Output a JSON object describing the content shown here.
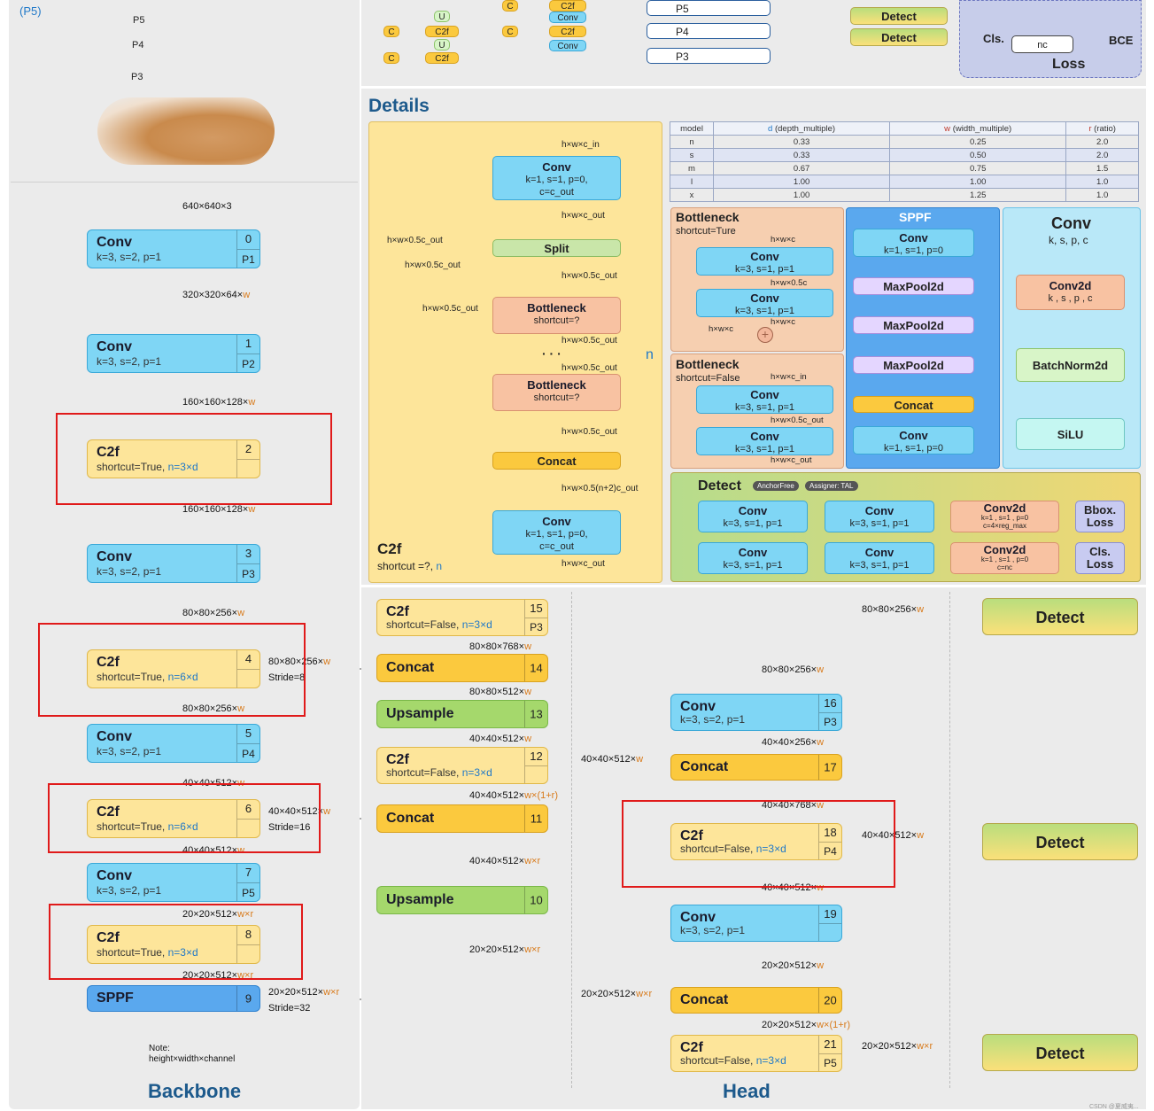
{
  "top": {
    "p5_tag": "(P5)",
    "pyramid_levels": [
      "P5",
      "P4",
      "P3",
      "P2",
      "P1"
    ],
    "mini_blocks": {
      "u": "U",
      "c": "C",
      "c2f": "C2f",
      "conv": "Conv"
    },
    "neck_out_labels": [
      "P5",
      "P4",
      "P3"
    ],
    "detect_labels": [
      "Detect",
      "Detect"
    ],
    "loss": {
      "cls": "Cls.",
      "nc": "nc",
      "bce": "BCE",
      "title": "Loss"
    }
  },
  "details": {
    "title": "Details",
    "c2f_panel": {
      "name": "C2f",
      "params_prefix": "shortcut =?, ",
      "params_n": "n",
      "n_symbol": "n",
      "dots": "· · ·",
      "conv1": {
        "name": "Conv",
        "params": "k=1, s=1, p=0,",
        "params2": "c=c_out"
      },
      "split": "Split",
      "bottleneck": {
        "name": "Bottleneck",
        "params": "shortcut=?"
      },
      "concat": "Concat",
      "conv2": {
        "name": "Conv",
        "params": "k=1, s=1, p=0,",
        "params2": "c=c_out"
      },
      "labels": [
        "h×w×c_in",
        "h×w×c_out",
        "h×w×0.5c_out",
        "h×w×0.5c_out",
        "h×w×0.5c_out",
        "h×w×0.5c_out",
        "h×w×0.5c_out",
        "h×w×0.5c_out",
        "h×w×0.5c_out",
        "h×w×0.5(n+2)c_out",
        "h×w×c_out"
      ]
    },
    "scale_table": {
      "headers": [
        "model",
        "d",
        "(depth_multiple)",
        "w",
        "(width_multiple)",
        "r",
        "(ratio)"
      ],
      "rows": [
        [
          "n",
          "0.33",
          "0.25",
          "2.0"
        ],
        [
          "s",
          "0.33",
          "0.50",
          "2.0"
        ],
        [
          "m",
          "0.67",
          "0.75",
          "1.5"
        ],
        [
          "l",
          "1.00",
          "1.00",
          "1.0"
        ],
        [
          "x",
          "1.00",
          "1.25",
          "1.0"
        ]
      ]
    },
    "bottleneck_true": {
      "title": "Bottleneck",
      "sub": "shortcut=Ture",
      "conv": "Conv",
      "params": "k=3, s=1, p=1",
      "labels": [
        "h×w×c",
        "h×w×0.5c",
        "h×w×c",
        "h×w×c"
      ]
    },
    "bottleneck_false": {
      "title": "Bottleneck",
      "sub": "shortcut=False",
      "conv": "Conv",
      "params": "k=3, s=1, p=1",
      "labels": [
        "h×w×c_in",
        "h×w×0.5c_out",
        "h×w×c_out"
      ]
    },
    "sppf": {
      "title": "SPPF",
      "conv": "Conv",
      "conv_params": "k=1, s=1, p=0",
      "pool": "MaxPool2d",
      "concat": "Concat"
    },
    "conv_detail": {
      "title": "Conv",
      "sub": "k, s,  p, c",
      "conv2d": "Conv2d",
      "conv2d_params": "k , s , p , c",
      "bn": "BatchNorm2d",
      "silu": "SiLU"
    },
    "detect": {
      "title": "Detect",
      "tag1": "AnchorFree",
      "tag2": "Assigner: TAL",
      "conv": "Conv",
      "conv_params": "k=3, s=1, p=1",
      "conv2d": "Conv2d",
      "conv2d_params": "k=1 , s=1 , p=0",
      "reg": "c=4×reg_max",
      "cls_c": "c=nc",
      "bbox": "Bbox.",
      "cls": "Cls.",
      "loss": "Loss"
    }
  },
  "backbone": {
    "title": "Backbone",
    "note1": "Note:",
    "note2": "height×width×channel",
    "input": "640×640×3",
    "blocks": [
      {
        "name": "Conv",
        "params": "k=3, s=2, p=1",
        "idx": "0",
        "p": "P1"
      },
      {
        "name": "Conv",
        "params": "k=3, s=2, p=1",
        "idx": "1",
        "p": "P2"
      },
      {
        "name": "C2f",
        "params": "shortcut=True, ",
        "acc": "n=3×d",
        "idx": "2",
        "p": ""
      },
      {
        "name": "Conv",
        "params": "k=3, s=2, p=1",
        "idx": "3",
        "p": "P3"
      },
      {
        "name": "C2f",
        "params": "shortcut=True, ",
        "acc": "n=6×d",
        "idx": "4",
        "p": ""
      },
      {
        "name": "Conv",
        "params": "k=3, s=2, p=1",
        "idx": "5",
        "p": "P4"
      },
      {
        "name": "C2f",
        "params": "shortcut=True, ",
        "acc": "n=6×d",
        "idx": "6",
        "p": ""
      },
      {
        "name": "Conv",
        "params": "k=3, s=2, p=1",
        "idx": "7",
        "p": "P5"
      },
      {
        "name": "C2f",
        "params": "shortcut=True, ",
        "acc": "n=3×d",
        "idx": "8",
        "p": ""
      },
      {
        "name": "SPPF",
        "idx": "9"
      }
    ],
    "shapes": [
      {
        "t": "320×320×64×",
        "w": "w"
      },
      {
        "t": "160×160×128×",
        "w": "w"
      },
      {
        "t": "160×160×128×",
        "w": "w"
      },
      {
        "t": "80×80×256×",
        "w": "w"
      },
      {
        "t": "80×80×256×",
        "w": "w"
      },
      {
        "t": "40×40×512×",
        "w": "w"
      },
      {
        "t": "40×40×512×",
        "w": "w"
      },
      {
        "t": "20×20×512×",
        "w": "w×r"
      },
      {
        "t": "20×20×512×",
        "w": "w×r"
      }
    ],
    "side": [
      {
        "t": "80×80×256×",
        "w": "w",
        "s": "Stride=8"
      },
      {
        "t": "40×40×512×",
        "w": "w",
        "s": "Stride=16"
      },
      {
        "t": "20×20×512×",
        "w": "w×r",
        "s": "Stride=32"
      }
    ]
  },
  "head": {
    "title": "Head",
    "left": [
      {
        "name": "C2f",
        "params": "shortcut=False, ",
        "acc": "n=3×d",
        "idx": "15",
        "p": "P3"
      },
      {
        "name": "Concat",
        "idx": "14"
      },
      {
        "name": "Upsample",
        "idx": "13"
      },
      {
        "name": "C2f",
        "params": "shortcut=False, ",
        "acc": "n=3×d",
        "idx": "12",
        "p": ""
      },
      {
        "name": "Concat",
        "idx": "11"
      },
      {
        "name": "Upsample",
        "idx": "10"
      }
    ],
    "left_shapes": [
      {
        "t": "80×80×768×",
        "w": "w"
      },
      {
        "t": "80×80×512×",
        "w": "w"
      },
      {
        "t": "40×40×512×",
        "w": "w"
      },
      {
        "t": "40×40×512×",
        "w": "w×(1+r)"
      },
      {
        "t": "40×40×512×",
        "w": "w×r"
      },
      {
        "t": "20×20×512×",
        "w": "w×r"
      }
    ],
    "right": [
      {
        "name": "Conv",
        "params": "k=3, s=2, p=1",
        "idx": "16",
        "p": "P3"
      },
      {
        "name": "Concat",
        "idx": "17"
      },
      {
        "name": "C2f",
        "params": "shortcut=False, ",
        "acc": "n=3×d",
        "idx": "18",
        "p": "P4"
      },
      {
        "name": "Conv",
        "params": "k=3, s=2, p=1",
        "idx": "19",
        "p": ""
      },
      {
        "name": "Concat",
        "idx": "20"
      },
      {
        "name": "C2f",
        "params": "shortcut=False, ",
        "acc": "n=3×d",
        "idx": "21",
        "p": "P5"
      }
    ],
    "right_shapes": [
      {
        "t": "80×80×256×",
        "w": "w"
      },
      {
        "t": "40×40×256×",
        "w": "w"
      },
      {
        "t": "40×40×768×",
        "w": "w"
      },
      {
        "t": "40×40×512×",
        "w": "w"
      },
      {
        "t": "20×20×512×",
        "w": "w"
      },
      {
        "t": "20×20×512×",
        "w": "w×(1+r)"
      }
    ],
    "cross": [
      {
        "t": "40×40×512×",
        "w": "w"
      },
      {
        "t": "20×20×512×",
        "w": "w×r"
      }
    ],
    "detect_shapes": [
      {
        "t": "80×80×256×",
        "w": "w"
      },
      {
        "t": "40×40×512×",
        "w": "w"
      },
      {
        "t": "20×20×512×",
        "w": "w×r"
      }
    ],
    "detect": "Detect"
  },
  "watermark": "CSDN @夏威夷..."
}
